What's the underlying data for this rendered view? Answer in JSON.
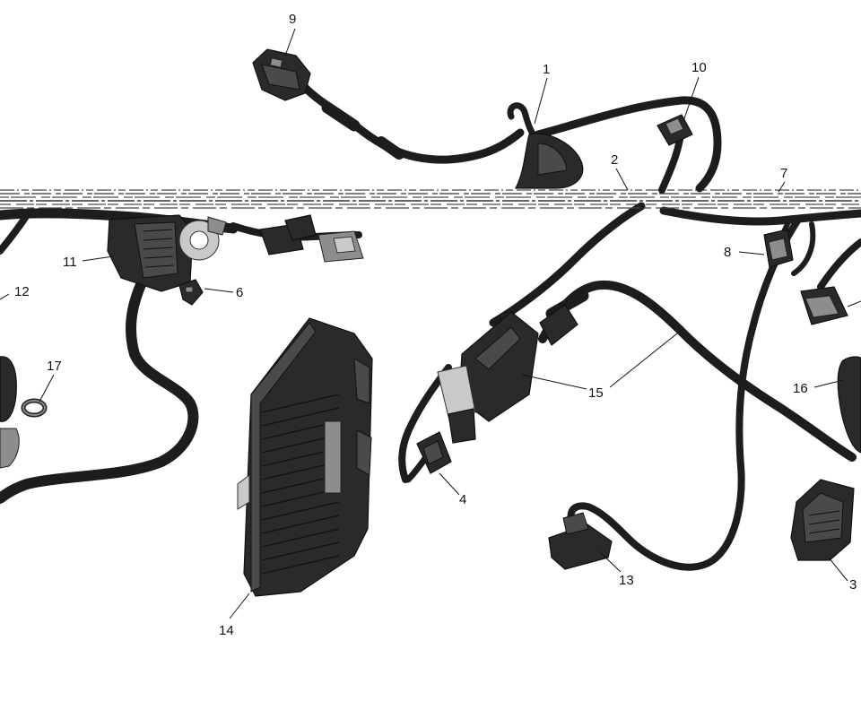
{
  "callouts": [
    {
      "id": "callout-1",
      "label": "1"
    },
    {
      "id": "callout-2",
      "label": "2"
    },
    {
      "id": "callout-3",
      "label": "3"
    },
    {
      "id": "callout-4",
      "label": "4"
    },
    {
      "id": "callout-6",
      "label": "6"
    },
    {
      "id": "callout-7",
      "label": "7"
    },
    {
      "id": "callout-8",
      "label": "8"
    },
    {
      "id": "callout-9",
      "label": "9"
    },
    {
      "id": "callout-10",
      "label": "10"
    },
    {
      "id": "callout-11",
      "label": "11"
    },
    {
      "id": "callout-12",
      "label": "12"
    },
    {
      "id": "callout-13",
      "label": "13"
    },
    {
      "id": "callout-14",
      "label": "14"
    },
    {
      "id": "callout-15",
      "label": "15"
    },
    {
      "id": "callout-16",
      "label": "16"
    },
    {
      "id": "callout-17",
      "label": "17"
    }
  ],
  "colors": {
    "wire": "#1d1d1d",
    "component_dark": "#2a2a2a",
    "component_light": "#8d8d8d",
    "background": "#ffffff"
  }
}
